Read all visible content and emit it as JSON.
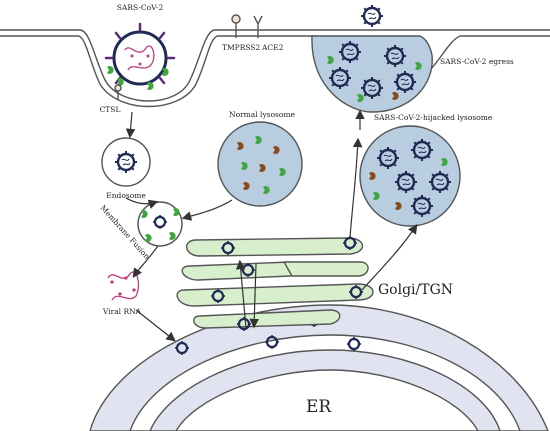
{
  "labels": {
    "virus_top": "SARS-CoV-2",
    "tmprss2": "TMPRSS2",
    "ace2": "ACE2",
    "ctsl": "CTSL",
    "endosome": "Endosome",
    "membrane_fusion": "Membrane Fusion",
    "viral_rna": "Viral RNA",
    "normal_lysosome": "Normal lysosome",
    "hijacked_lysosome": "SARS-CoV-2-hijacked lysosome",
    "egress": "SARS-CoV-2 egress",
    "golgi": "Golgi/TGN",
    "er": "ER"
  },
  "colors": {
    "membrane": "#555555",
    "lysosome_fill": "#b8cde0",
    "golgi_fill": "#d8efce",
    "er_fill": "#e2e3f0",
    "virion": "#1f2a55",
    "enzyme_green": "#3ea63c",
    "enzyme_brown": "#8a4a1c",
    "rna": "#c03c7a",
    "spike": "#5a2a7a"
  }
}
